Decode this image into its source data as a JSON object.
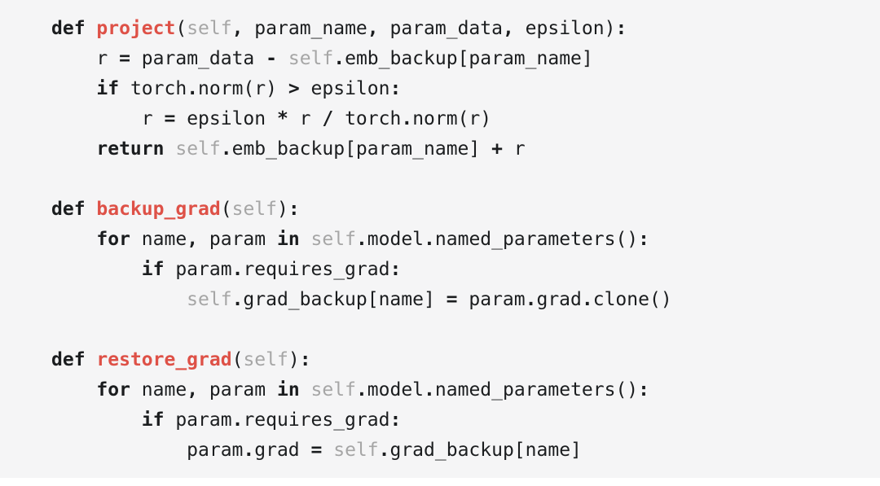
{
  "page": {
    "background": "#ffffff"
  },
  "code_block": {
    "language": "python",
    "background": "#f5f5f6",
    "token_styles": {
      "kw": {
        "color": "#1b1d1f",
        "bold": true,
        "role": "keyword"
      },
      "fn": {
        "color": "#de5147",
        "bold": true,
        "role": "function-name"
      },
      "op": {
        "color": "#1b1d1f",
        "bold": true,
        "role": "operator-punctuation"
      },
      "slf": {
        "color": "#a6a6a6",
        "bold": false,
        "role": "self-builtin"
      },
      "pl": {
        "color": "#1b1d1f",
        "bold": false,
        "role": "plain"
      }
    },
    "plain_text": [
      "def project(self, param_name, param_data, epsilon):",
      "    r = param_data - self.emb_backup[param_name]",
      "    if torch.norm(r) > epsilon:",
      "        r = epsilon * r / torch.norm(r)",
      "    return self.emb_backup[param_name] + r",
      "",
      "def backup_grad(self):",
      "    for name, param in self.model.named_parameters():",
      "        if param.requires_grad:",
      "            self.grad_backup[name] = param.grad.clone()",
      "",
      "def restore_grad(self):",
      "    for name, param in self.model.named_parameters():",
      "        if param.requires_grad:",
      "            param.grad = self.grad_backup[name]"
    ],
    "lines": [
      [
        {
          "s": "kw",
          "t": "def"
        },
        {
          "s": "pl",
          "t": " "
        },
        {
          "s": "fn",
          "t": "project"
        },
        {
          "s": "pl",
          "t": "("
        },
        {
          "s": "slf",
          "t": "self"
        },
        {
          "s": "op",
          "t": ","
        },
        {
          "s": "pl",
          "t": " param_name"
        },
        {
          "s": "op",
          "t": ","
        },
        {
          "s": "pl",
          "t": " param_data"
        },
        {
          "s": "op",
          "t": ","
        },
        {
          "s": "pl",
          "t": " epsilon"
        },
        {
          "s": "pl",
          "t": ")"
        },
        {
          "s": "op",
          "t": ":"
        }
      ],
      [
        {
          "s": "pl",
          "t": "    r "
        },
        {
          "s": "op",
          "t": "="
        },
        {
          "s": "pl",
          "t": " param_data "
        },
        {
          "s": "op",
          "t": "-"
        },
        {
          "s": "pl",
          "t": " "
        },
        {
          "s": "slf",
          "t": "self"
        },
        {
          "s": "op",
          "t": "."
        },
        {
          "s": "pl",
          "t": "emb_backup[param_name]"
        }
      ],
      [
        {
          "s": "pl",
          "t": "    "
        },
        {
          "s": "kw",
          "t": "if"
        },
        {
          "s": "pl",
          "t": " torch"
        },
        {
          "s": "op",
          "t": "."
        },
        {
          "s": "pl",
          "t": "norm(r) "
        },
        {
          "s": "op",
          "t": ">"
        },
        {
          "s": "pl",
          "t": " epsilon"
        },
        {
          "s": "op",
          "t": ":"
        }
      ],
      [
        {
          "s": "pl",
          "t": "        r "
        },
        {
          "s": "op",
          "t": "="
        },
        {
          "s": "pl",
          "t": " epsilon "
        },
        {
          "s": "op",
          "t": "*"
        },
        {
          "s": "pl",
          "t": " r "
        },
        {
          "s": "op",
          "t": "/"
        },
        {
          "s": "pl",
          "t": " torch"
        },
        {
          "s": "op",
          "t": "."
        },
        {
          "s": "pl",
          "t": "norm(r)"
        }
      ],
      [
        {
          "s": "pl",
          "t": "    "
        },
        {
          "s": "kw",
          "t": "return"
        },
        {
          "s": "pl",
          "t": " "
        },
        {
          "s": "slf",
          "t": "self"
        },
        {
          "s": "op",
          "t": "."
        },
        {
          "s": "pl",
          "t": "emb_backup[param_name] "
        },
        {
          "s": "op",
          "t": "+"
        },
        {
          "s": "pl",
          "t": " r"
        }
      ],
      [],
      [
        {
          "s": "kw",
          "t": "def"
        },
        {
          "s": "pl",
          "t": " "
        },
        {
          "s": "fn",
          "t": "backup_grad"
        },
        {
          "s": "pl",
          "t": "("
        },
        {
          "s": "slf",
          "t": "self"
        },
        {
          "s": "pl",
          "t": ")"
        },
        {
          "s": "op",
          "t": ":"
        }
      ],
      [
        {
          "s": "pl",
          "t": "    "
        },
        {
          "s": "kw",
          "t": "for"
        },
        {
          "s": "pl",
          "t": " name"
        },
        {
          "s": "op",
          "t": ","
        },
        {
          "s": "pl",
          "t": " param "
        },
        {
          "s": "kw",
          "t": "in"
        },
        {
          "s": "pl",
          "t": " "
        },
        {
          "s": "slf",
          "t": "self"
        },
        {
          "s": "op",
          "t": "."
        },
        {
          "s": "pl",
          "t": "model"
        },
        {
          "s": "op",
          "t": "."
        },
        {
          "s": "pl",
          "t": "named_parameters()"
        },
        {
          "s": "op",
          "t": ":"
        }
      ],
      [
        {
          "s": "pl",
          "t": "        "
        },
        {
          "s": "kw",
          "t": "if"
        },
        {
          "s": "pl",
          "t": " param"
        },
        {
          "s": "op",
          "t": "."
        },
        {
          "s": "pl",
          "t": "requires_grad"
        },
        {
          "s": "op",
          "t": ":"
        }
      ],
      [
        {
          "s": "pl",
          "t": "            "
        },
        {
          "s": "slf",
          "t": "self"
        },
        {
          "s": "op",
          "t": "."
        },
        {
          "s": "pl",
          "t": "grad_backup[name] "
        },
        {
          "s": "op",
          "t": "="
        },
        {
          "s": "pl",
          "t": " param"
        },
        {
          "s": "op",
          "t": "."
        },
        {
          "s": "pl",
          "t": "grad"
        },
        {
          "s": "op",
          "t": "."
        },
        {
          "s": "pl",
          "t": "clone()"
        }
      ],
      [],
      [
        {
          "s": "kw",
          "t": "def"
        },
        {
          "s": "pl",
          "t": " "
        },
        {
          "s": "fn",
          "t": "restore_grad"
        },
        {
          "s": "pl",
          "t": "("
        },
        {
          "s": "slf",
          "t": "self"
        },
        {
          "s": "pl",
          "t": ")"
        },
        {
          "s": "op",
          "t": ":"
        }
      ],
      [
        {
          "s": "pl",
          "t": "    "
        },
        {
          "s": "kw",
          "t": "for"
        },
        {
          "s": "pl",
          "t": " name"
        },
        {
          "s": "op",
          "t": ","
        },
        {
          "s": "pl",
          "t": " param "
        },
        {
          "s": "kw",
          "t": "in"
        },
        {
          "s": "pl",
          "t": " "
        },
        {
          "s": "slf",
          "t": "self"
        },
        {
          "s": "op",
          "t": "."
        },
        {
          "s": "pl",
          "t": "model"
        },
        {
          "s": "op",
          "t": "."
        },
        {
          "s": "pl",
          "t": "named_parameters()"
        },
        {
          "s": "op",
          "t": ":"
        }
      ],
      [
        {
          "s": "pl",
          "t": "        "
        },
        {
          "s": "kw",
          "t": "if"
        },
        {
          "s": "pl",
          "t": " param"
        },
        {
          "s": "op",
          "t": "."
        },
        {
          "s": "pl",
          "t": "requires_grad"
        },
        {
          "s": "op",
          "t": ":"
        }
      ],
      [
        {
          "s": "pl",
          "t": "            param"
        },
        {
          "s": "op",
          "t": "."
        },
        {
          "s": "pl",
          "t": "grad "
        },
        {
          "s": "op",
          "t": "="
        },
        {
          "s": "pl",
          "t": " "
        },
        {
          "s": "slf",
          "t": "self"
        },
        {
          "s": "op",
          "t": "."
        },
        {
          "s": "pl",
          "t": "grad_backup[name]"
        }
      ]
    ]
  }
}
